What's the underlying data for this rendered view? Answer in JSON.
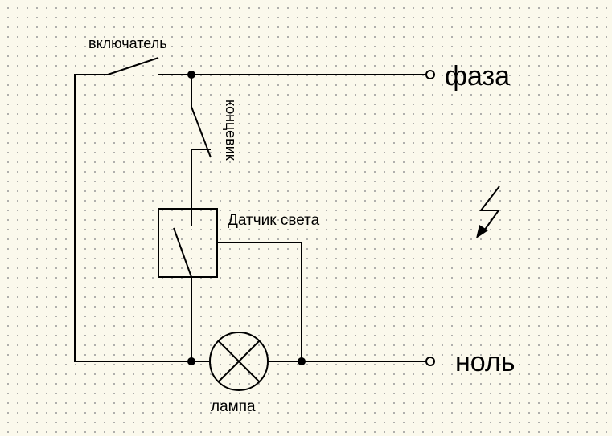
{
  "diagram": {
    "labels": {
      "switch": "включатель",
      "limit_switch": "концевик",
      "light_sensor": "Датчик света",
      "phase": "фаза",
      "neutral": "ноль",
      "lamp": "лампа"
    },
    "colors": {
      "background": "#fbf9ec",
      "line": "#000000",
      "grid_dot": "#9a9a9a"
    },
    "icons": [
      "lightning-arrow-icon",
      "lamp-icon",
      "terminal-icon",
      "junction-dot-icon"
    ]
  }
}
